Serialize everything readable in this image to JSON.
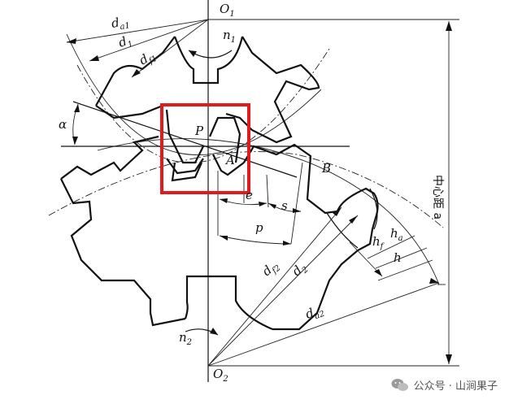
{
  "labels": {
    "o1": "O",
    "o1_sub": "1",
    "o2": "O",
    "o2_sub": "2",
    "n1": "n",
    "n1_sub": "1",
    "n2": "n",
    "n2_sub": "2",
    "da1": "d",
    "da1_sub": "a1",
    "d1": "d",
    "d1_sub": "1",
    "df1": "d",
    "df1_sub": "f1",
    "da2": "d",
    "da2_sub": "a2",
    "d2": "d",
    "d2_sub": "2",
    "df2": "d",
    "df2_sub": "f2",
    "alpha": "α",
    "p_point": "P",
    "a_point": "A",
    "b_point": "B",
    "e": "e",
    "s": "s",
    "p": "p",
    "hf": "h",
    "hf_sub": "f",
    "ha": "h",
    "ha_sub": "a",
    "h": "h",
    "center_distance": "中心距 a"
  },
  "watermark": {
    "text": "公众号 · 山涧果子"
  },
  "colors": {
    "line": "#111111",
    "highlight": "#e01b1b"
  }
}
